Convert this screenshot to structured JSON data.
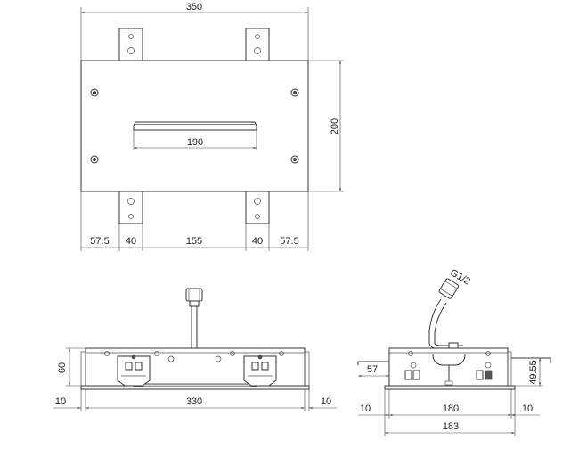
{
  "top_view": {
    "dim_overall_width": "350",
    "dim_height": "200",
    "dim_slot": "190",
    "dim_bottom": [
      "57.5",
      "40",
      "155",
      "40",
      "57.5"
    ]
  },
  "front_view": {
    "dim_height": "60",
    "dim_left_offset": "10",
    "dim_width": "330",
    "dim_right_offset": "10"
  },
  "side_view": {
    "dim_thread": "G1/2",
    "dim_left_depth": "57",
    "dim_height": "49.55",
    "dim_left_offset": "10",
    "dim_width": "180",
    "dim_right_offset": "10",
    "dim_total": "183"
  }
}
